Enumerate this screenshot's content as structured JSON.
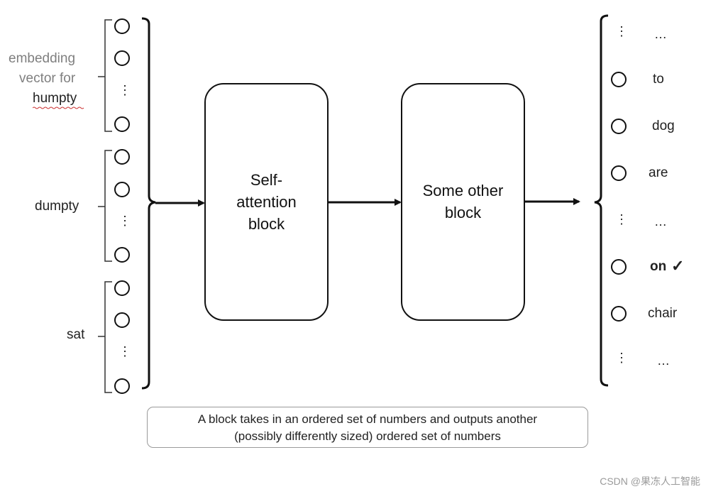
{
  "input_labels": {
    "embedding_line1": "embedding",
    "embedding_line2": "vector for",
    "humpty": "humpty",
    "dumpty": "dumpty",
    "sat": "sat"
  },
  "blocks": {
    "self_attention": [
      "Self-",
      "attention",
      "block"
    ],
    "other": [
      "Some other",
      "block"
    ]
  },
  "output_words": {
    "ellipsis_top": "…",
    "to": "to",
    "dog": "dog",
    "are": "are",
    "ellipsis_mid": "…",
    "on": "on",
    "check": "✓",
    "chair": "chair",
    "ellipsis_bottom": "…"
  },
  "vertical_ellipsis": "⋮",
  "caption": {
    "line1": "A block takes in an ordered set of numbers and outputs another",
    "line2": "(possibly differently sized) ordered set of numbers"
  },
  "watermark": "CSDN @果冻人工智能",
  "colors": {
    "stroke": "#111111",
    "gray_label": "#7f7f7f",
    "caption_border": "#9a9a9a",
    "squiggle": "#cc3333"
  }
}
